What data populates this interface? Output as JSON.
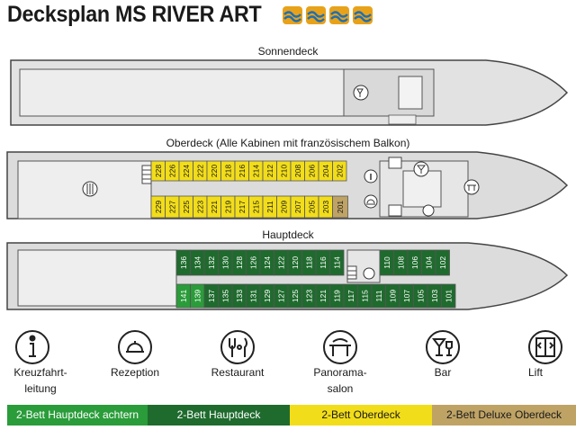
{
  "title": "Decksplan MS RIVER ART",
  "decks": {
    "sonnendeck": "Sonnendeck",
    "oberdeck": "Oberdeck (Alle Kabinen mit französischem Balkon)",
    "hauptdeck": "Hauptdeck"
  },
  "colors": {
    "hauptdeck_achtern": "#2a9c3a",
    "hauptdeck": "#1f6b2e",
    "oberdeck": "#f2dd1b",
    "deluxe": "#bfa365",
    "hull": "#dcdcdc",
    "outline": "#444444"
  },
  "oberdeck_cabins": {
    "top": [
      "228",
      "226",
      "224",
      "222",
      "220",
      "218",
      "216",
      "214",
      "212",
      "210",
      "208",
      "206",
      "204",
      "202"
    ],
    "bottom": [
      "229",
      "227",
      "225",
      "223",
      "221",
      "219",
      "217",
      "215",
      "211",
      "209",
      "207",
      "205",
      "203"
    ],
    "deluxe": [
      "201"
    ]
  },
  "hauptdeck_cabins": {
    "top_left": [
      "136",
      "134",
      "132",
      "130",
      "128",
      "126",
      "124",
      "122",
      "120",
      "118",
      "116",
      "114"
    ],
    "top_right": [
      "110",
      "108",
      "106",
      "104",
      "102"
    ],
    "bottom_achtern": [
      "141",
      "139"
    ],
    "bottom": [
      "137",
      "135",
      "133",
      "131",
      "129",
      "127",
      "125",
      "123",
      "121",
      "119",
      "117",
      "115",
      "111",
      "109",
      "107",
      "105",
      "103",
      "101"
    ]
  },
  "legend": [
    {
      "icon": "info-icon",
      "label": "Kreuzfahrt-\nleitung"
    },
    {
      "icon": "reception-bell-icon",
      "label": "Rezeption"
    },
    {
      "icon": "restaurant-icon",
      "label": "Restaurant"
    },
    {
      "icon": "panorama-salon-icon",
      "label": "Panorama-\nsalon"
    },
    {
      "icon": "bar-icon",
      "label": "Bar"
    },
    {
      "icon": "lift-icon",
      "label": "Lift"
    }
  ],
  "categories": [
    {
      "label": "2-Bett Hauptdeck achtern",
      "color": "#2a9c3a",
      "text": "#ffffff"
    },
    {
      "label": "2-Bett Hauptdeck",
      "color": "#1f6b2e",
      "text": "#ffffff"
    },
    {
      "label": "2-Bett Oberdeck",
      "color": "#f2dd1b",
      "text": "#1a1a1a"
    },
    {
      "label": "2-Bett Deluxe Oberdeck",
      "color": "#bfa365",
      "text": "#1a1a1a"
    }
  ]
}
